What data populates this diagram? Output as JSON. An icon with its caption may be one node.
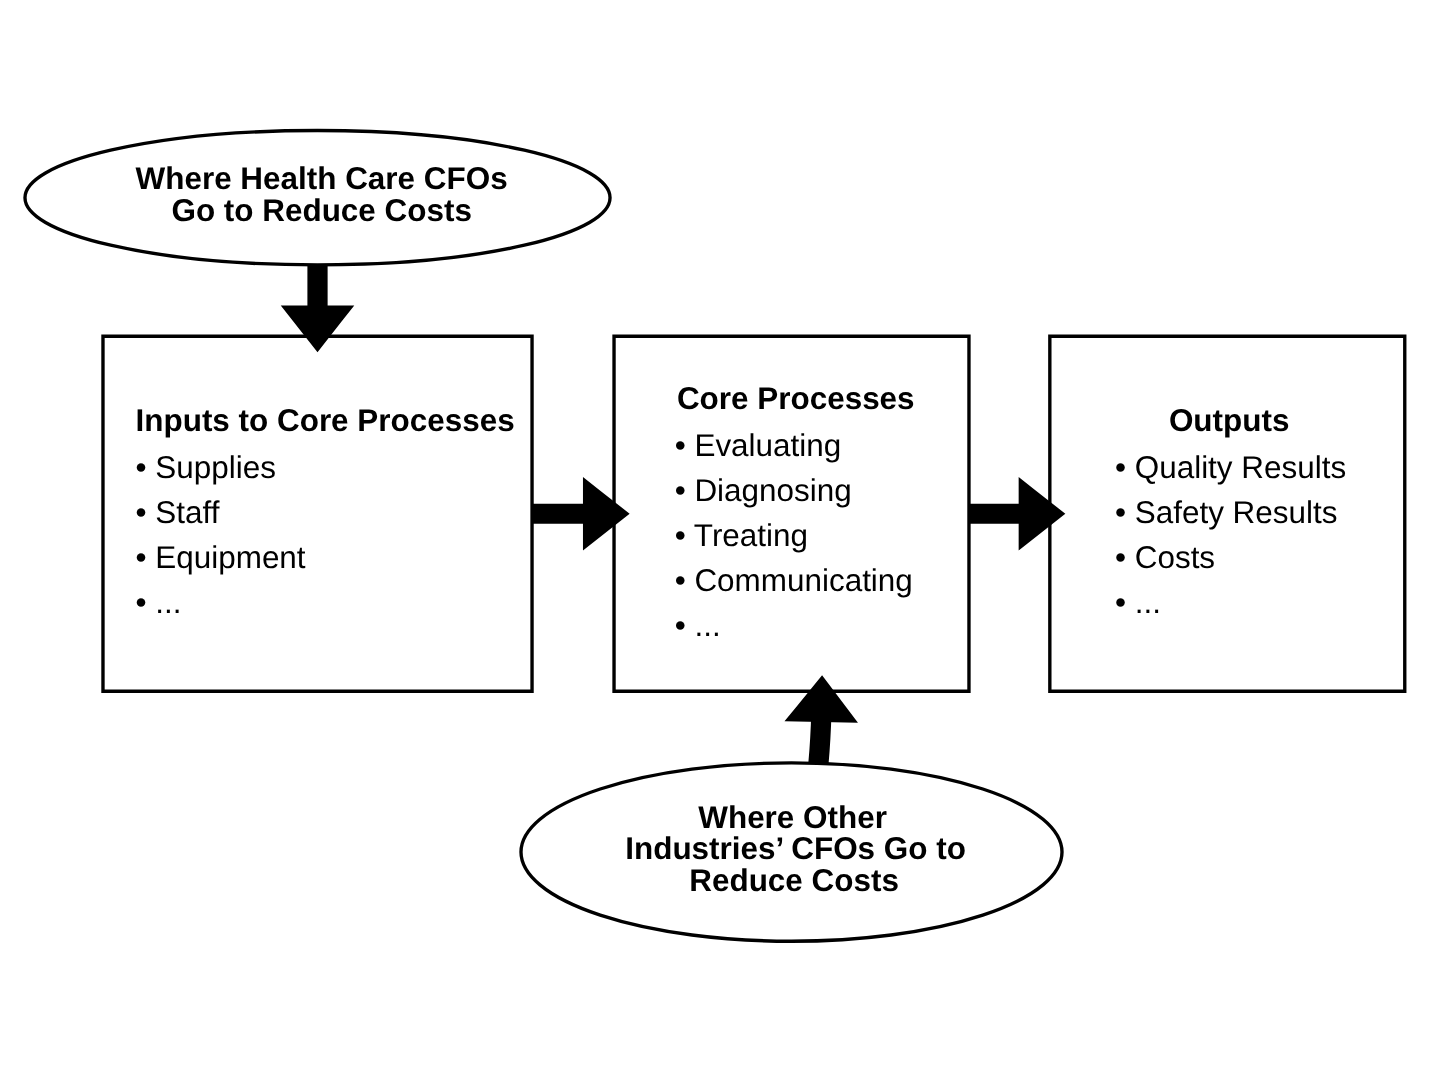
{
  "diagram": {
    "nodes": [
      {
        "text": [
          "Where Health Care CFOs Go to Reduce Costs"
        ]
      },
      {
        "text": [
          "Inputs to Core Processes",
          "• Supplies",
          "• Staff",
          "• Equipment",
          "• ..."
        ]
      },
      {
        "text": [
          "Core Processes",
          "• Evaluating",
          "• Diagnosing",
          "• Treating",
          "• Communicating",
          "• ..."
        ]
      },
      {
        "text": [
          "Outputs",
          "• Quality Results",
          "• Safety Results",
          "• Costs",
          "• ..."
        ]
      },
      {
        "text": [
          "Where Other Industries’ CFOs Go to Reduce Costs"
        ]
      }
    ],
    "edges": [
      {
        "from": 0,
        "to": 1,
        "arrow": "to"
      },
      {
        "from": 1,
        "to": 2,
        "arrow": "to"
      },
      {
        "from": 2,
        "to": 3,
        "arrow": "to"
      },
      {
        "from": 4,
        "to": 2,
        "arrow": "to"
      }
    ]
  }
}
